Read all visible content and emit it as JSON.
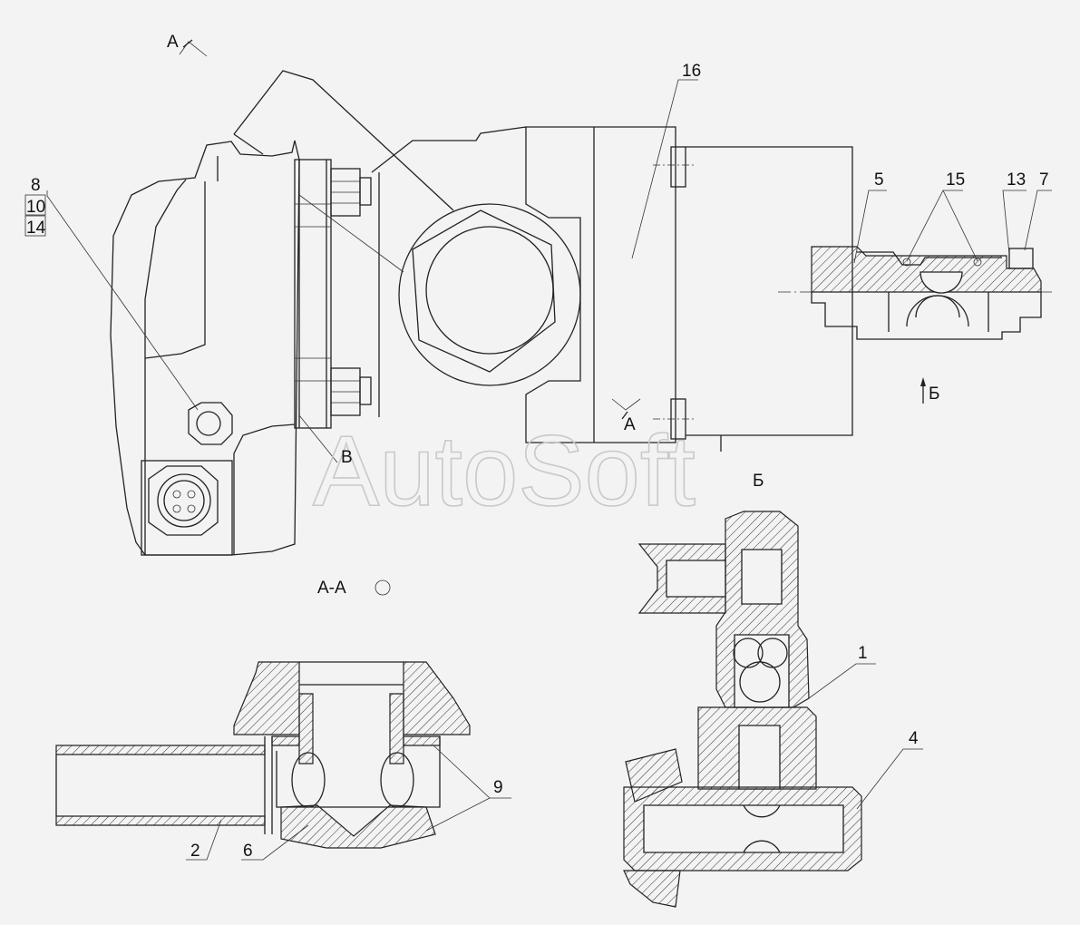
{
  "watermark": "AutoSoft",
  "view_labels": {
    "view_a_top": "А",
    "view_a_bottom": "А",
    "view_b_arrow": "Б",
    "view_b_title": "Б",
    "view_v": "В",
    "section_aa": "А-А"
  },
  "part_numbers": {
    "p8": "8",
    "p10": "10",
    "p14": "14",
    "p16": "16",
    "p5": "5",
    "p15": "15",
    "p13": "13",
    "p7": "7",
    "p1": "1",
    "p4": "4",
    "p9": "9",
    "p2": "2",
    "p6": "6"
  }
}
